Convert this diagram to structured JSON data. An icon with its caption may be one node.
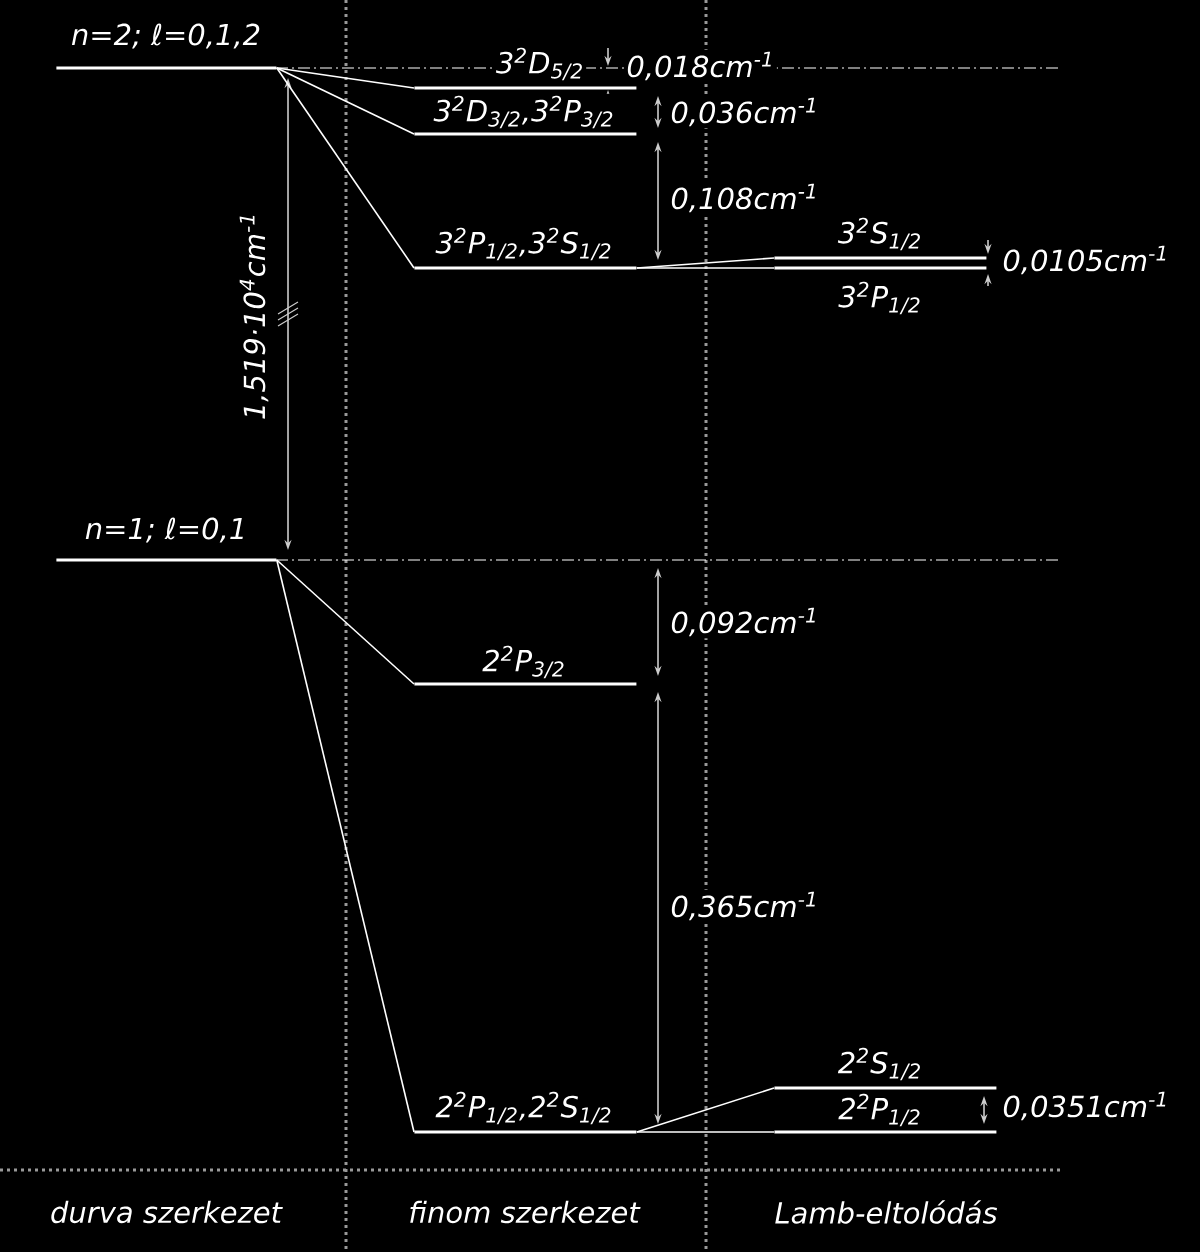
{
  "diagram": {
    "nodes": [
      {
        "text": [
          "n=2; ℓ=0,1,2"
        ]
      },
      {
        "text": [
          "3$^{2}$D$_{5/2}$"
        ]
      },
      {
        "text": [
          "3$^{2}$D$_{3/2}$,3$^{2}$P$_{3/2}$"
        ]
      },
      {
        "text": [
          "3$^{2}$P$_{1/2}$,3$^{2}$S$_{1/2}$"
        ]
      },
      {
        "text": [
          "3$^{2}$S$_{1/2}$"
        ]
      },
      {
        "text": [
          "3$^{2}$P$_{1/2}$"
        ]
      },
      {
        "text": [
          "n=1; ℓ=0,1"
        ]
      },
      {
        "text": [
          "2$^{2}$P$_{3/2}$"
        ]
      },
      {
        "text": [
          "2$^{2}$P$_{1/2}$,2$^{2}$S$_{1/2}$"
        ]
      },
      {
        "text": [
          "2$^{2}$S$_{1/2}$"
        ]
      },
      {
        "text": [
          "2$^{2}$P$_{1/2}$"
        ]
      }
    ],
    "edges": [
      {
        "from": 0,
        "to": 1,
        "arrow": "none"
      },
      {
        "from": 0,
        "to": 2,
        "arrow": "none"
      },
      {
        "from": 0,
        "to": 3,
        "arrow": "none"
      },
      {
        "from": 3,
        "to": 4,
        "arrow": "none"
      },
      {
        "from": 3,
        "to": 5,
        "arrow": "none"
      },
      {
        "from": 6,
        "to": 7,
        "arrow": "none"
      },
      {
        "from": 6,
        "to": 8,
        "arrow": "none"
      },
      {
        "from": 8,
        "to": 9,
        "arrow": "none"
      },
      {
        "from": 8,
        "to": 10,
        "arrow": "none"
      }
    ],
    "labels": [
      "0,018cm$^{-1}$",
      "0,036cm$^{-1}$",
      "0,108cm$^{-1}$",
      "0,0105cm$^{-1}$",
      "1,519·10$^{4}$cm$^{-1}$",
      "0,092cm$^{-1}$",
      "0,365cm$^{-1}$",
      "0,0351cm$^{-1}$",
      "durva szerkezet",
      "finom szerkezet",
      "Lamb-eltolódás"
    ]
  }
}
